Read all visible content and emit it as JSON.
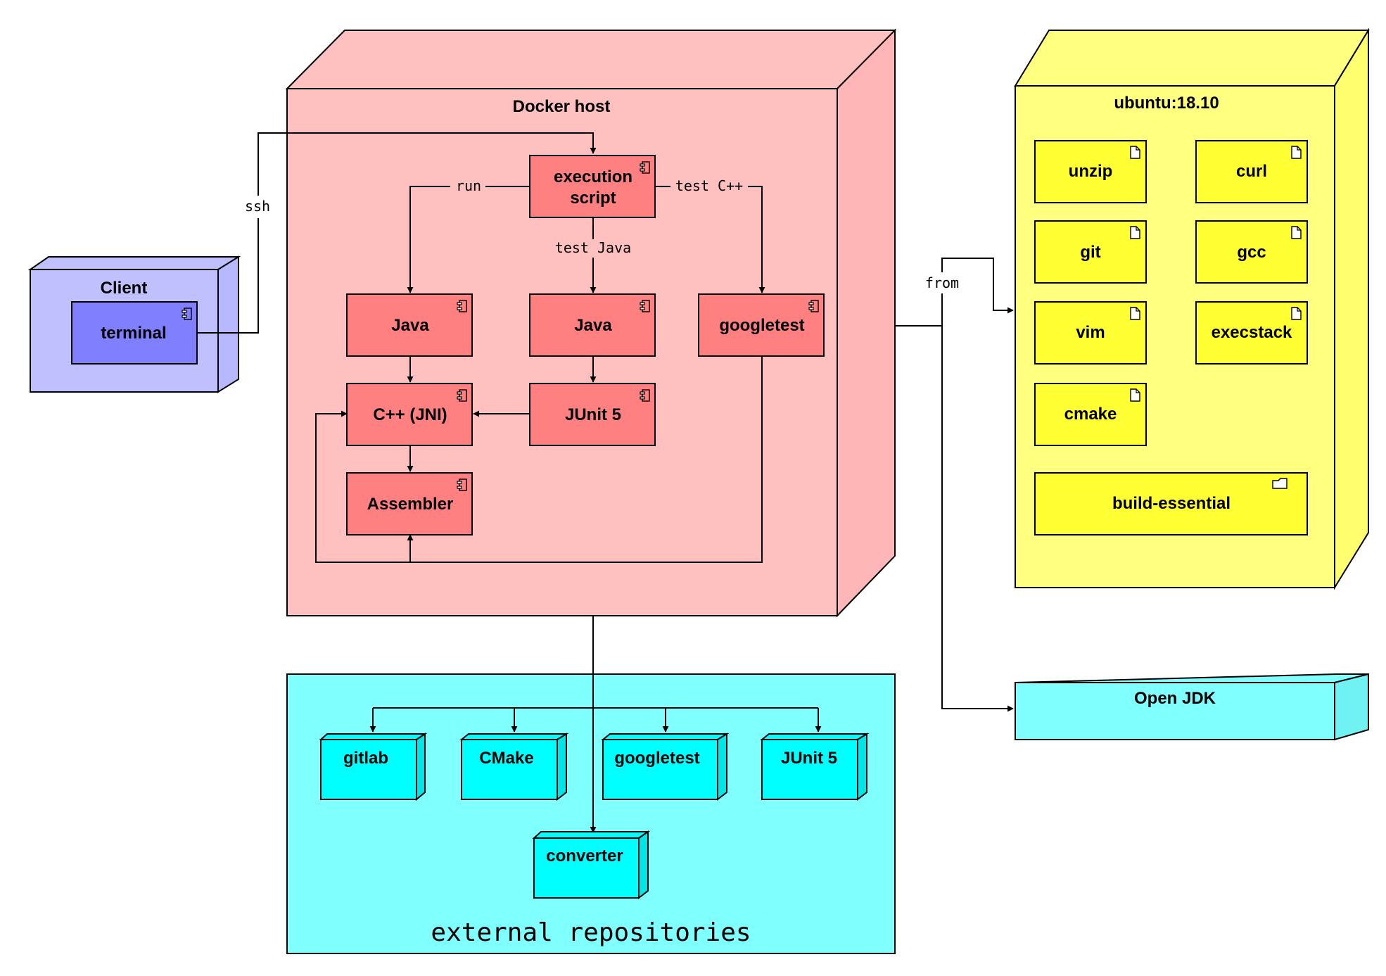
{
  "nodes": {
    "docker_host": "Docker host",
    "client": "Client",
    "terminal": "terminal",
    "ubuntu": "ubuntu:18.10",
    "external": "external repositories",
    "openjdk": "Open JDK"
  },
  "components": {
    "execution_script_line1": "execution",
    "execution_script_line2": "script",
    "java_left": "Java",
    "java_mid": "Java",
    "googletest": "googletest",
    "cpp_jni": "C++ (JNI)",
    "junit5": "JUnit 5",
    "assembler": "Assembler"
  },
  "ubuntu_packages": {
    "unzip": "unzip",
    "curl": "curl",
    "git": "git",
    "gcc": "gcc",
    "vim": "vim",
    "execstack": "execstack",
    "cmake": "cmake",
    "build_essential": "build-essential"
  },
  "repositories": {
    "gitlab": "gitlab",
    "cmake": "CMake",
    "googletest": "googletest",
    "junit5": "JUnit 5",
    "converter": "converter"
  },
  "edge_labels": {
    "ssh": "ssh",
    "run": "run",
    "test_cpp": "test C++",
    "test_java": "test Java",
    "from": "from"
  },
  "colors": {
    "docker_fill": "#ffc0c0",
    "docker_side": "#ffb8b8",
    "component_fill": "#ff8080",
    "client_fill": "#c0c0ff",
    "terminal_fill": "#8080ff",
    "ubuntu_fill": "#ffff80",
    "package_fill": "#ffff33",
    "repo_area_fill": "#80ffff",
    "repo_fill": "#00ffff"
  }
}
